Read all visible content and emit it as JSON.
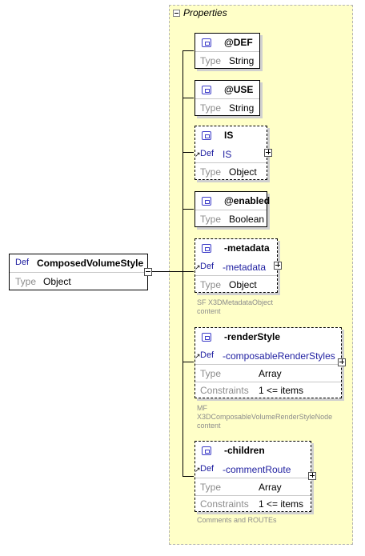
{
  "panel": {
    "label": "Properties"
  },
  "root": {
    "def_tag": "Def",
    "name": "ComposedVolumeStyle",
    "type_label": "Type",
    "type_value": "Object"
  },
  "nodes": [
    {
      "name": "@DEF",
      "type_label": "Type",
      "type_value": "String"
    },
    {
      "name": "@USE",
      "type_label": "Type",
      "type_value": "String"
    },
    {
      "name": "IS",
      "def_tag": "Def",
      "def_value": "IS",
      "type_label": "Type",
      "type_value": "Object"
    },
    {
      "name": "@enabled",
      "type_label": "Type",
      "type_value": "Boolean"
    },
    {
      "name": "-metadata",
      "def_tag": "Def",
      "def_value": "-metadata",
      "type_label": "Type",
      "type_value": "Object",
      "note": "SF X3DMetadataObject content"
    },
    {
      "name": "-renderStyle",
      "def_tag": "Def",
      "def_value": "-composableRenderStyles",
      "type_label": "Type",
      "type_value": "Array",
      "constraints_label": "Constraints",
      "constraints_value": "1 <= items",
      "note_lines": [
        "MF",
        "X3DComposableVolumeRenderStyleNode",
        "content"
      ]
    },
    {
      "name": "-children",
      "def_tag": "Def",
      "def_value": "-commentRoute",
      "type_label": "Type",
      "type_value": "Array",
      "constraints_label": "Constraints",
      "constraints_value": "1 <= items",
      "note": "Comments and ROUTEs"
    }
  ]
}
